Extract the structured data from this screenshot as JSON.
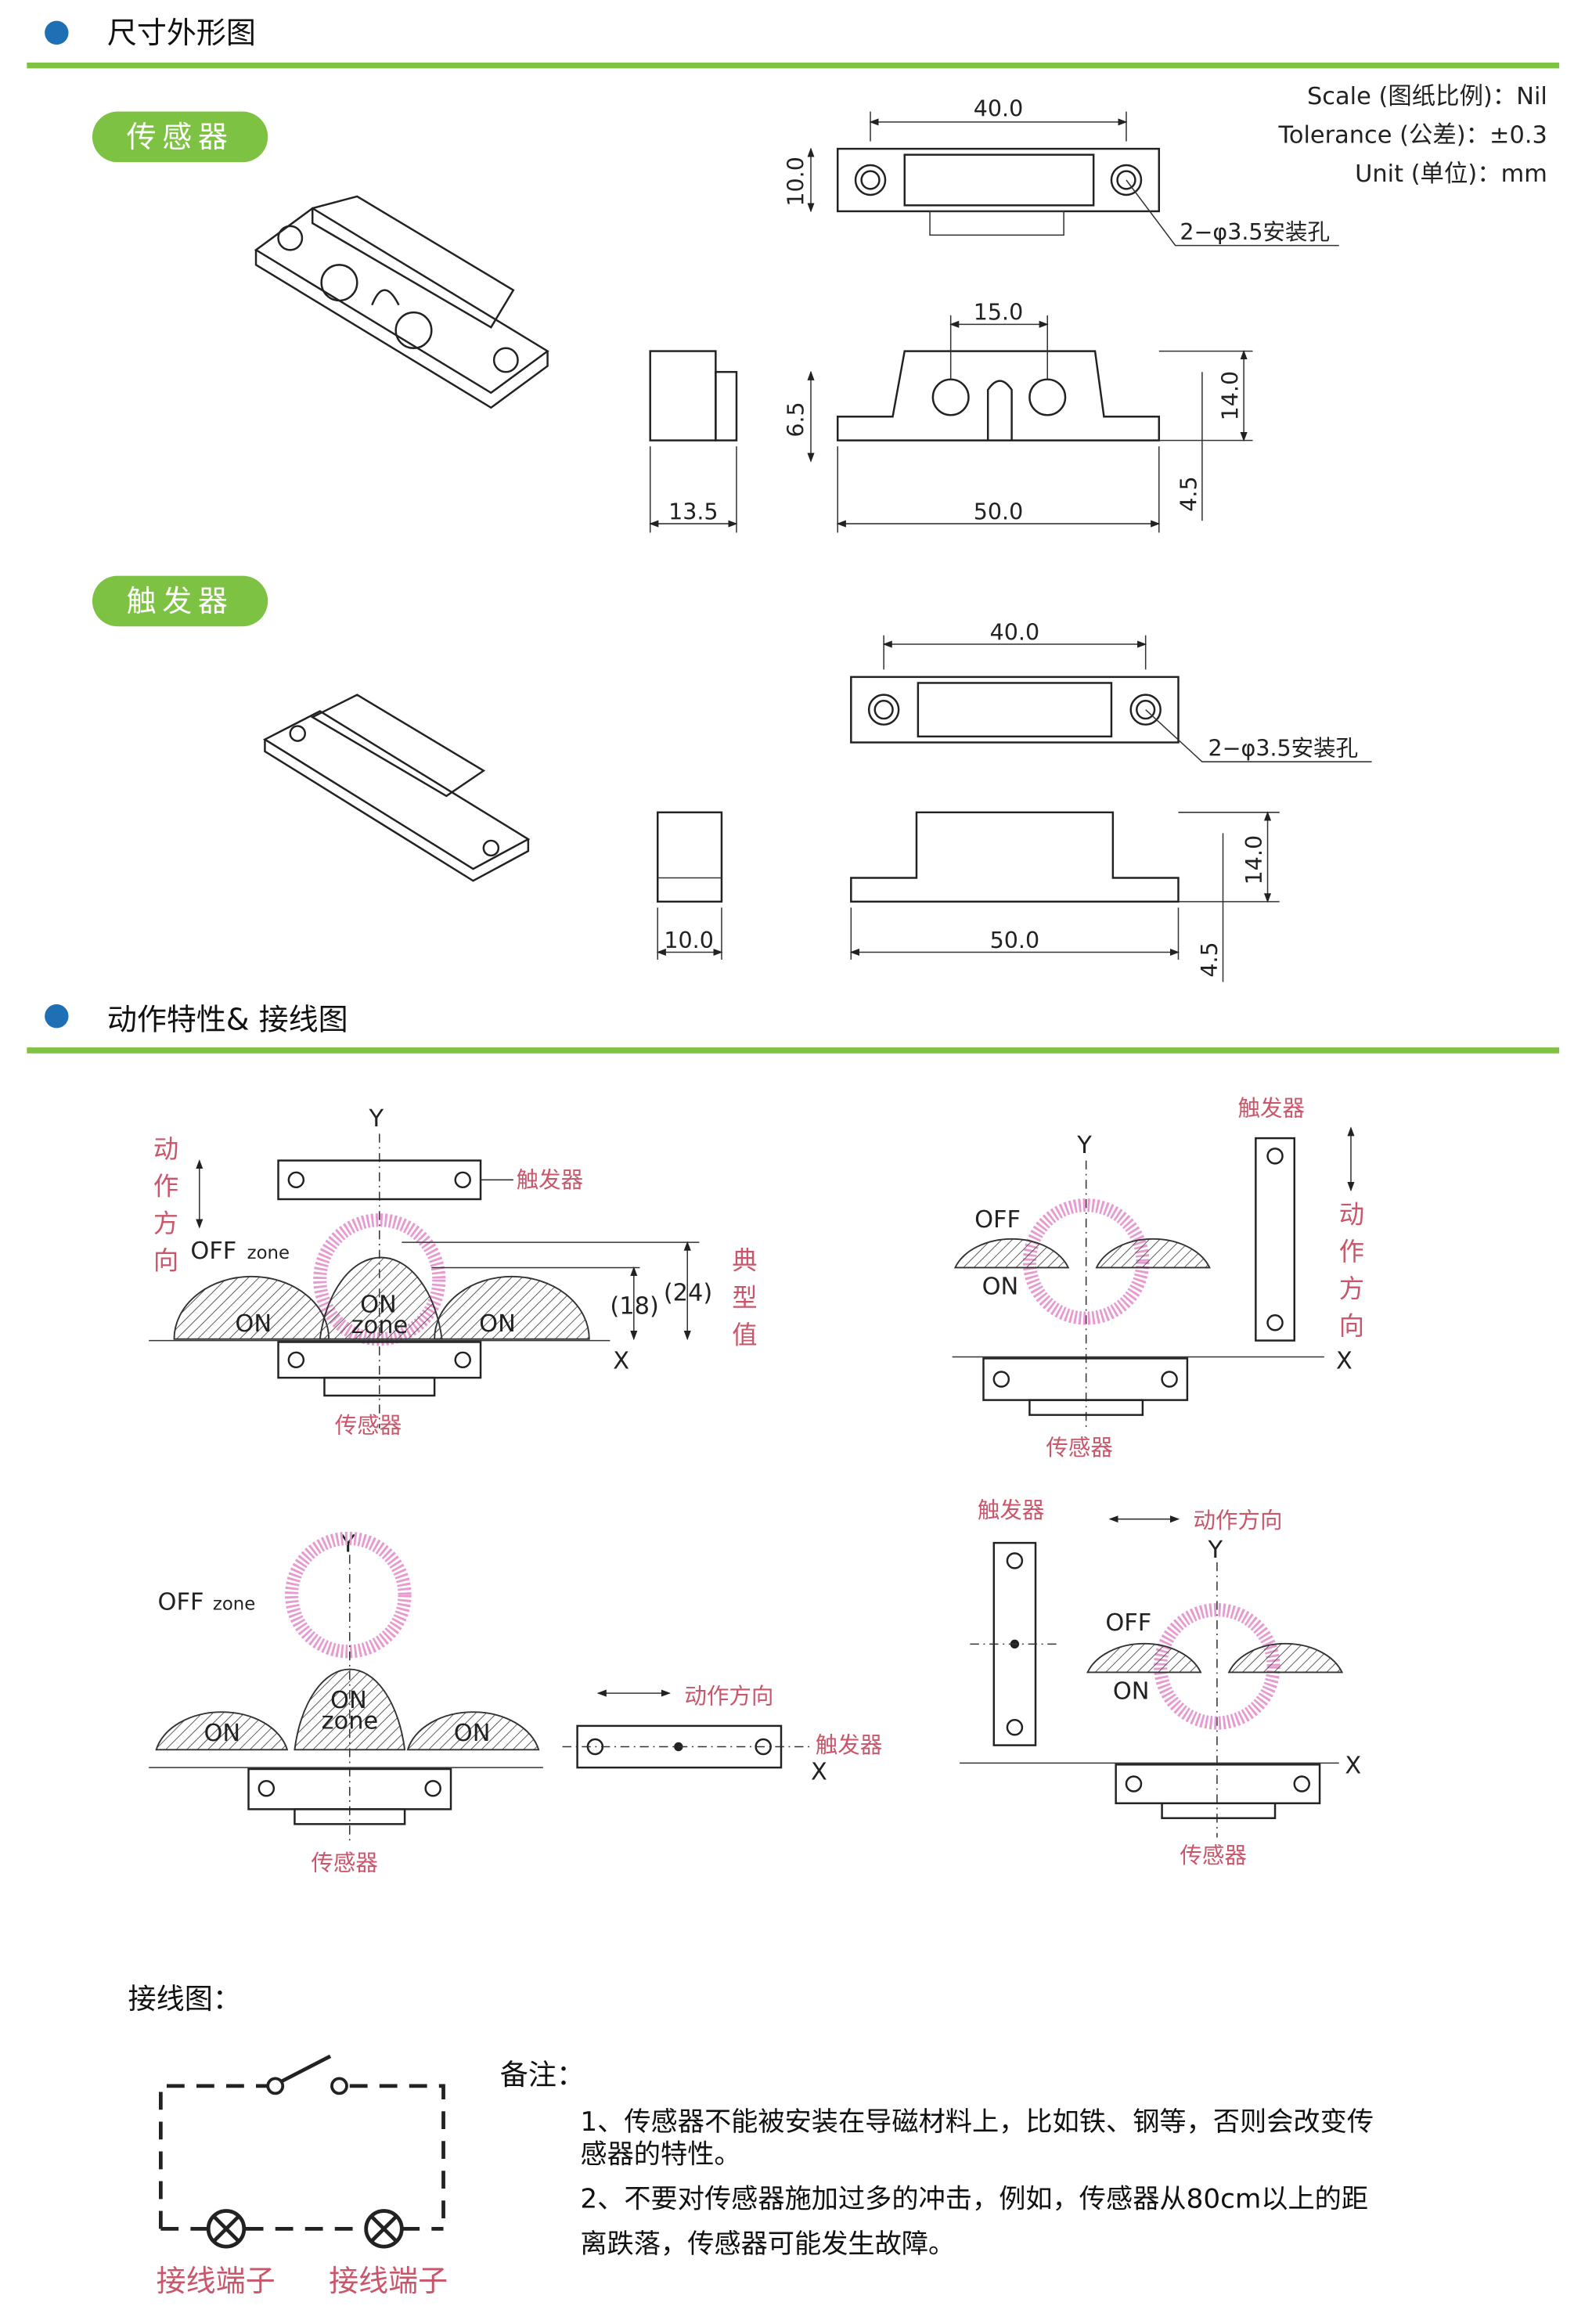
{
  "sections": {
    "dimensions": {
      "title": "尺寸外形图"
    },
    "characteristics": {
      "title": "动作特性& 接线图"
    }
  },
  "colors": {
    "accent_green": "#7dc242",
    "bullet_blue": "#1f6fb5",
    "label_red": "#c9566a"
  },
  "pills": {
    "sensor": "传感器",
    "trigger": "触发器"
  },
  "meta": {
    "scale": "Scale (图纸比例)：Nil",
    "tolerance": "Tolerance (公差)：±0.3",
    "unit": "Unit (单位)：mm"
  },
  "sensor_dims": {
    "len_top": "40.0",
    "height_top": "10.0",
    "holes": "2−φ3.5安装孔",
    "slot": "15.0",
    "h1": "6.5",
    "w_side": "13.5",
    "len": "50.0",
    "h_total": "14.0",
    "h_base": "4.5"
  },
  "trigger_dims": {
    "len_top": "40.0",
    "holes": "2−φ3.5安装孔",
    "w_side": "10.0",
    "len": "50.0",
    "h_total": "14.0",
    "h_base": "4.5"
  },
  "diagram": {
    "Y": "Y",
    "X": "X",
    "ON": "ON",
    "OFF": "OFF",
    "zone": "zone",
    "sensor": "传感器",
    "trigger": "触发器",
    "motion_dir": "动作方向",
    "motion_v": [
      "动",
      "作",
      "方",
      "向"
    ],
    "typical_v": [
      "典",
      "型",
      "值"
    ],
    "d18": "(18)",
    "d24": "(24)"
  },
  "wiring": {
    "title": "接线图：",
    "terminal1": "接线端子",
    "terminal2": "接线端子"
  },
  "notes": {
    "title": "备注：",
    "n1_l1": "1、传感器不能被安装在导磁材料上，比如铁、钢等，否则会改变传",
    "n1_l2": "感器的特性。",
    "n2_l1": "2、不要对传感器施加过多的冲击，例如，传感器从80cm以上的距",
    "n2_l2": "离跌落，传感器可能发生故障。"
  }
}
